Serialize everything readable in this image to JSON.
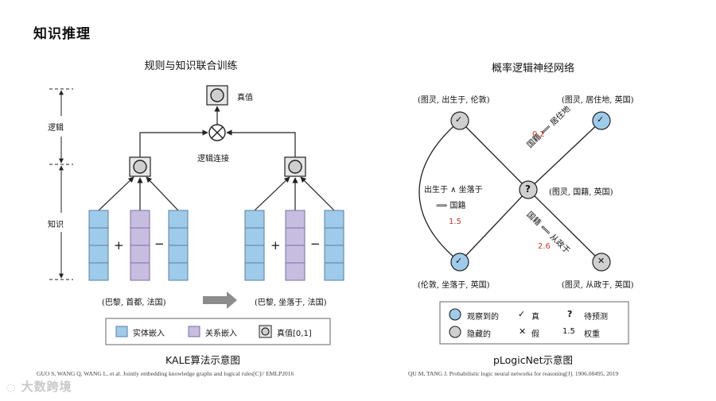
{
  "slide_title": "知识推理",
  "kale": {
    "title": "规则与知识联合训练",
    "side_labels": {
      "logic": "逻辑",
      "knowledge": "知识"
    },
    "truth_label": "真值",
    "connective_label": "逻辑连接",
    "plus": "+",
    "minus": "−",
    "triple_left": "(巴黎, 首都, 法国)",
    "triple_right": "(巴黎, 坐落于, 法国)",
    "legend": {
      "entity": "实体嵌入",
      "relation": "关系嵌入",
      "truth": "真值[0,1]"
    },
    "caption": "KALE算法示意图",
    "citation": "GUO S, WANG Q, WANG L, et al. Jointly embedding knowledge graphs and logical rules[C]// EMLP2016",
    "colors": {
      "entity": "#9ecbea",
      "relation": "#c7bde0"
    }
  },
  "plogic": {
    "title": "概率逻辑神经网络",
    "nodes": {
      "top_left": "(图灵, 出生于, 伦敦)",
      "top_right": "(图灵, 居住地, 英国)",
      "middle": "(图灵, 国籍, 英国)",
      "bottom_left": "(伦敦, 坐落于, 英国)",
      "bottom_right": "(图灵, 从政于, 英国)"
    },
    "rule_left": {
      "line1": "出生于 ∧ 坐落于",
      "line2": "⟹  国籍",
      "weight": "1.5"
    },
    "rule_upper": {
      "text": "国籍  ⟸  居住地",
      "weight": "0.2"
    },
    "rule_lower": {
      "text": "国籍  ⟸  从政于",
      "weight": "2.6"
    },
    "glyphs": {
      "check": "✓",
      "question": "?",
      "cross": "✕"
    },
    "legend": {
      "observed": "观察到的",
      "hidden": "隐藏的",
      "true_label": "真",
      "false_label": "假",
      "predict_label": "待预测",
      "weight_value": "1.5",
      "weight_label": "权重"
    },
    "caption": "pLogicNet示意图",
    "citation": "QU M, TANG J. Probabilistic logic neural networks for reasoning[J]. 1906.08495, 2019",
    "colors": {
      "observed": "#9ecbea",
      "hidden": "#d0d0d0",
      "weight": "#c0392b"
    }
  },
  "watermark": "大数跨境"
}
